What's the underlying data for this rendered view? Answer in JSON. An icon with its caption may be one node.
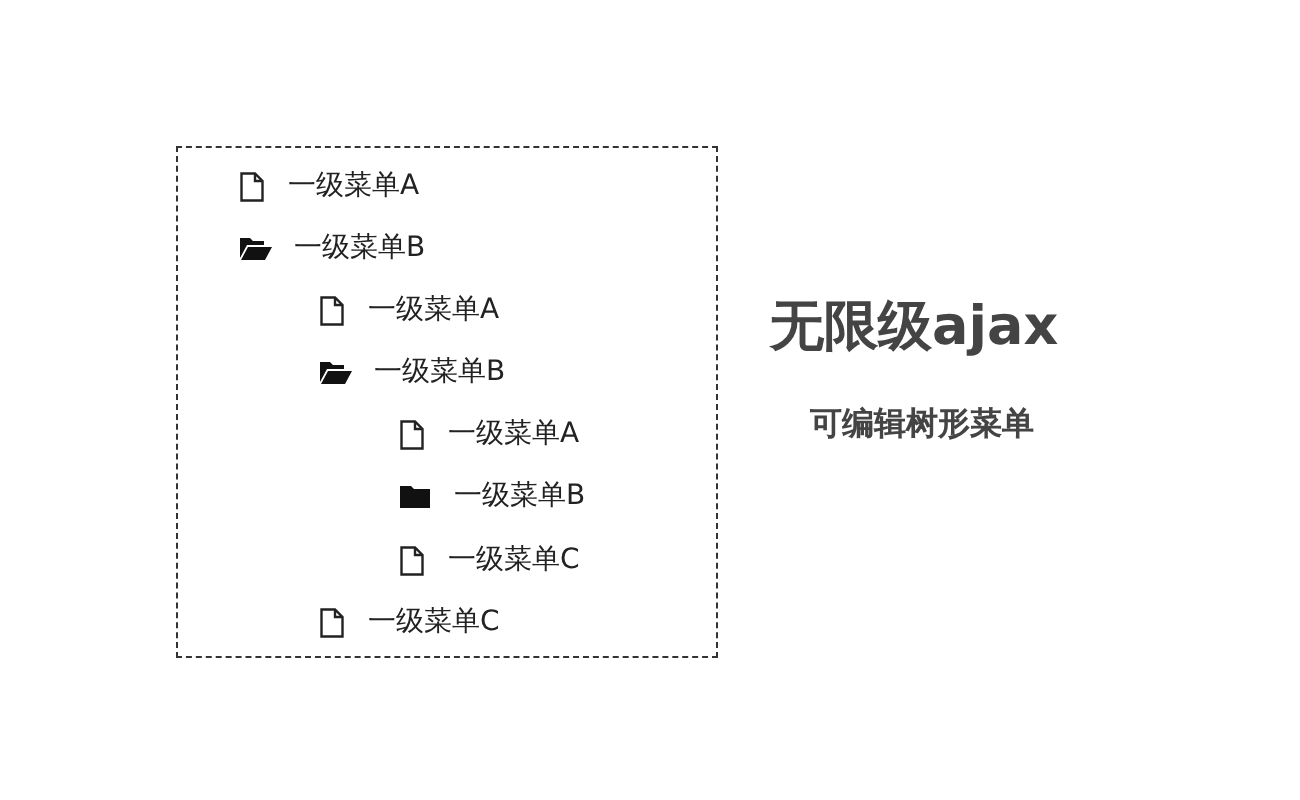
{
  "diagram": {
    "title": "无限级ajax",
    "caption": "可编辑树形菜单",
    "nodes": [
      {
        "text": [
          "一级菜单A",
          "一级菜单B",
          "一级菜单A",
          "一级菜单B",
          "一级菜单A",
          "一级菜单B",
          "一级菜单C",
          "一级菜单C"
        ]
      }
    ]
  }
}
